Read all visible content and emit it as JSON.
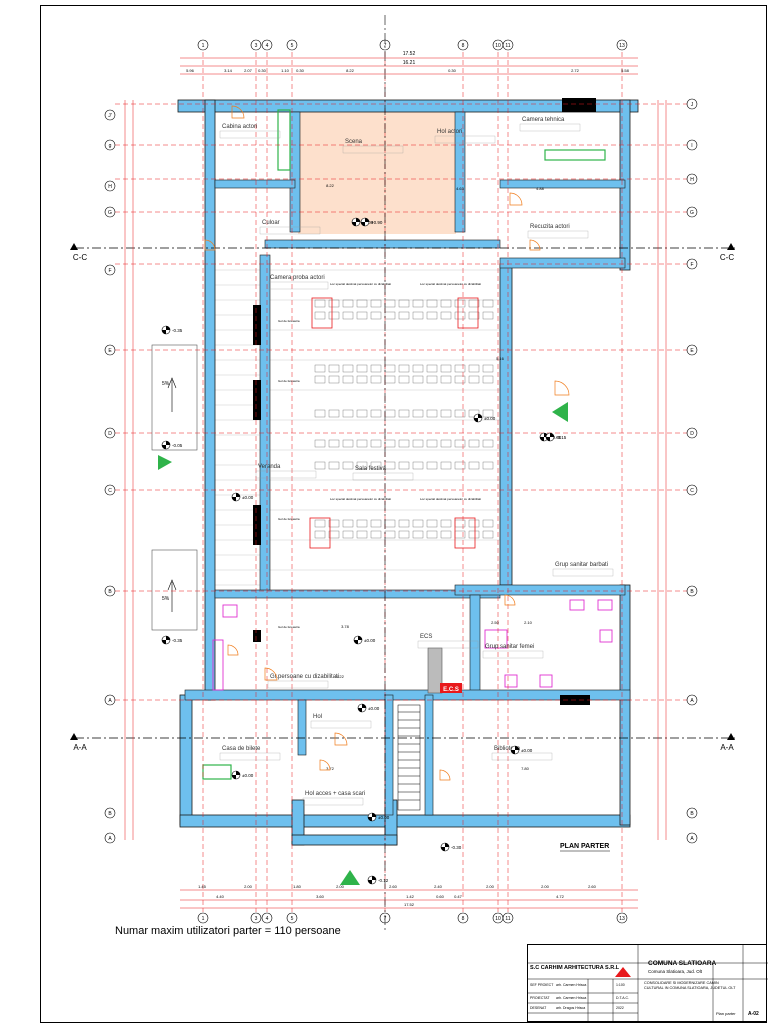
{
  "sheet": {
    "title": "PLAN PARTER",
    "caption": "Numar maxim utilizatori parter = 110 persoane"
  },
  "grid": {
    "columns": [
      "1",
      "3",
      "4",
      "5",
      "7",
      "8",
      "10",
      "11",
      "13"
    ],
    "rows": [
      "J",
      "I",
      "H",
      "G",
      "F",
      "E",
      "D",
      "C",
      "B",
      "A"
    ],
    "row_labels_left": [
      "J'",
      "g",
      "H",
      "G",
      "F",
      "E",
      "D",
      "C",
      "B",
      "A"
    ]
  },
  "sections": {
    "cc": "C-C",
    "aa": "A-A"
  },
  "dimensions": {
    "top_total": "17.52",
    "top_inner": "16.21",
    "top_row": [
      "5.96",
      "3.14",
      "2.07",
      "0.30",
      "1.10",
      "0.30",
      "8.22",
      "0.30",
      "2.72",
      "5.58"
    ],
    "bottom_row": [
      "1.45",
      "2.00",
      "1.80",
      "2.00",
      "2.60",
      "2.40",
      "2.00",
      "2.00",
      "2.60"
    ],
    "bottom_total": "17.52",
    "bottom_parts": [
      "4.40",
      "3.60",
      "1.42",
      "0.60",
      "0.47",
      "4.72"
    ],
    "interior": [
      "8.22",
      "6.22",
      "4.63",
      "4.88",
      "7.80",
      "3.72",
      "3.78",
      "5.16",
      "2.50",
      "2.10"
    ]
  },
  "levels": [
    "±0.00",
    "-0.35",
    "-0.05",
    "+0.90",
    "-0.30",
    "-0.12",
    "-0.15"
  ],
  "slopes": [
    "5%",
    "5%"
  ],
  "rooms": {
    "cabina": "Cabina actori",
    "scena": "Scena",
    "hol_actori": "Hol actori",
    "camera_tehnica": "Camera tehnica",
    "culoar": "Culoar",
    "recuzita": "Recuzita actori",
    "proba": "Camera proba actori",
    "sala": "Sala festiva",
    "veranda": "Veranda",
    "grup_barbati": "Grup sanitar barbati",
    "grup_femei": "Grup sanitar femei",
    "ecs": "ECS",
    "dizabilitati": "Gr.persoane cu dizabilitati",
    "hol": "Hol",
    "casa_bilete": "Casa de bilete",
    "acces": "Hol acces + casa scari",
    "biblioteca": "Biblioteca"
  },
  "notes": {
    "loc_special": "Loc special destinat persoanelor cu dizabilitati",
    "gol_fereastra": "Gol de fereastra",
    "ecs_tag": "E.C.S"
  },
  "title_block": {
    "firm": "S.C CARHIM ARHITECTURA S.R.L",
    "client": "COMUNA SLATIOARA",
    "location": "Comuna Slatioara, Jud. Olt",
    "project": "CONSOLIDARE SI MODERNIZARE CAMIN CULTURAL IN COMUNA SLATIOARA, JUDETUL OLT",
    "drawing": "Plan parter",
    "sheet_no": "A-02",
    "scale": "1:100",
    "phase": "D.T.A.C.",
    "date": "2022",
    "roles": [
      "SEF PROIECT",
      "PROIECTAT",
      "DESENAT"
    ],
    "names": [
      "arh. Carmen Hrisca",
      "arh. Carmen Hrisca",
      "arh. Dragos Hrisca"
    ]
  },
  "colors": {
    "wall": "#6ec0ee",
    "wall_stroke": "#1a1a1a",
    "axis": "#e8191c",
    "dim": "#e8191c",
    "stage": "#fde0cc",
    "scaffold": "#2fb34a",
    "pink": "#e030d0",
    "orange": "#f07c1c",
    "black": "#000000"
  },
  "icons": [
    "north-arrow-icon",
    "level-marker-icon",
    "section-arrow-icon",
    "column-axis-marker-icon"
  ]
}
